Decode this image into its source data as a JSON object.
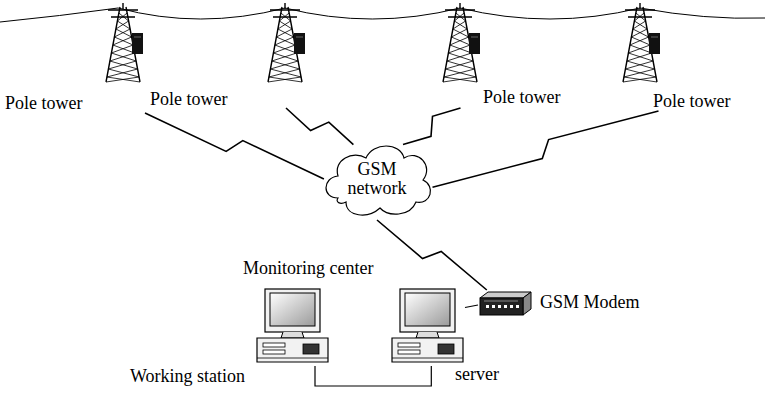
{
  "diagram": {
    "nodes": [
      {
        "text": [
          "Pole tower"
        ]
      },
      {
        "text": [
          "Pole tower"
        ]
      },
      {
        "text": [
          "Pole tower"
        ]
      },
      {
        "text": [
          "Pole tower"
        ]
      },
      {
        "text": [
          "GSM network"
        ]
      },
      {
        "text": [
          "Working station"
        ]
      },
      {
        "text": [
          "server"
        ]
      },
      {
        "text": [
          "GSM Modem"
        ]
      }
    ],
    "edges": [
      {
        "from": 0,
        "to": 4,
        "arrow": "none"
      },
      {
        "from": 1,
        "to": 4,
        "arrow": "none"
      },
      {
        "from": 2,
        "to": 4,
        "arrow": "none"
      },
      {
        "from": 3,
        "to": 4,
        "arrow": "none"
      },
      {
        "from": 4,
        "to": 7,
        "arrow": "none"
      },
      {
        "from": 6,
        "to": 7,
        "arrow": "none"
      },
      {
        "from": 5,
        "to": 6,
        "arrow": "none"
      }
    ],
    "labels": [
      "Monitoring center"
    ]
  }
}
